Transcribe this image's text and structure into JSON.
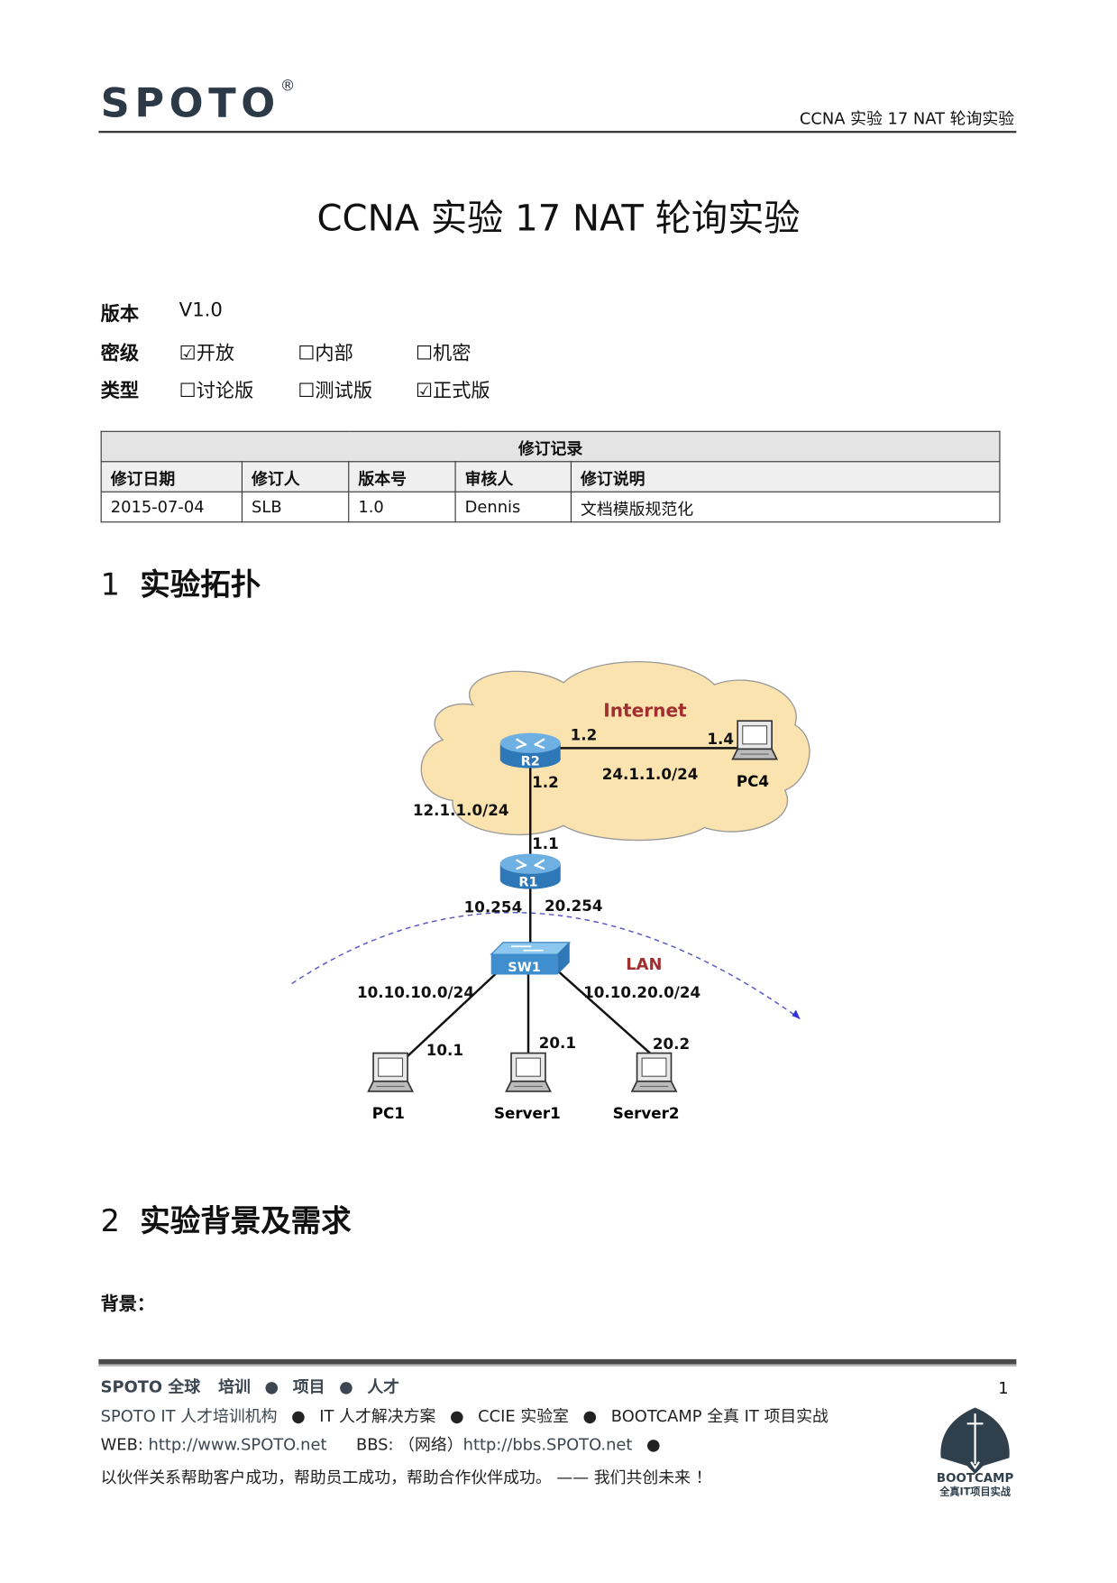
{
  "header": {
    "logo": "SPOTO",
    "logo_mark": "®",
    "doc_title": "CCNA 实验 17 NAT 轮询实验"
  },
  "title": "CCNA 实验 17 NAT 轮询实验",
  "meta": {
    "version_label": "版本",
    "version_value": "V1.0",
    "security_label": "密级",
    "security_options": [
      "☑开放",
      "☐内部",
      "☐机密"
    ],
    "type_label": "类型",
    "type_options": [
      "☐讨论版",
      "☐测试版",
      "☑正式版"
    ]
  },
  "revision_table": {
    "caption": "修订记录",
    "headers": [
      "修订日期",
      "修订人",
      "版本号",
      "审核人",
      "修订说明"
    ],
    "rows": [
      [
        "2015-07-04",
        "SLB",
        "1.0",
        "Dennis",
        "文档模版规范化"
      ]
    ]
  },
  "sections": [
    {
      "num": "1",
      "title": "实验拓扑"
    },
    {
      "num": "2",
      "title": "实验背景及需求"
    }
  ],
  "background_label": "背景：",
  "diagram": {
    "cloud_label": "Internet",
    "lan_label": "LAN",
    "nodes": {
      "r2": "R2",
      "r1": "R1",
      "sw1": "SW1",
      "pc4": "PC4",
      "pc1": "PC1",
      "server1": "Server1",
      "server2": "Server2"
    },
    "labels": {
      "r2_to_pc4": "1.2",
      "pc4_ip": "1.4",
      "net_24": "24.1.1.0/24",
      "r2_down": "1.2",
      "net_12": "12.1.1.0/24",
      "r1_up": "1.1",
      "r1_10": "10.254",
      "r1_20": "20.254",
      "net_10": "10.10.10.0/24",
      "net_20": "10.10.20.0/24",
      "pc1_ip": "10.1",
      "server1_ip": "20.1",
      "server2_ip": "20.2"
    },
    "colors": {
      "cloud": "#fbe3b0",
      "router": "#3f8fcf",
      "label_red": "#a03030",
      "dash": "#5555cc"
    }
  },
  "footer": {
    "line1": [
      "SPOTO 全球",
      "培训",
      "项目",
      "人才"
    ],
    "line2": [
      "SPOTO IT 人才培训机构",
      "IT 人才解决方案",
      "CCIE 实验室",
      "BOOTCAMP  全真 IT 项目实战"
    ],
    "web_label": "WEB: ",
    "web_url": "http://www.SPOTO.net",
    "bbs_label": "BBS:  （网络）",
    "bbs_url": "http://bbs.SPOTO.net",
    "slogan": "以伙伴关系帮助客户成功，帮助员工成功，帮助合作伙伴成功。   ——   我们共创未来 ！",
    "page_number": "1",
    "badge_title": "BOOTCAMP",
    "badge_sub": "全真IT项目实战"
  }
}
